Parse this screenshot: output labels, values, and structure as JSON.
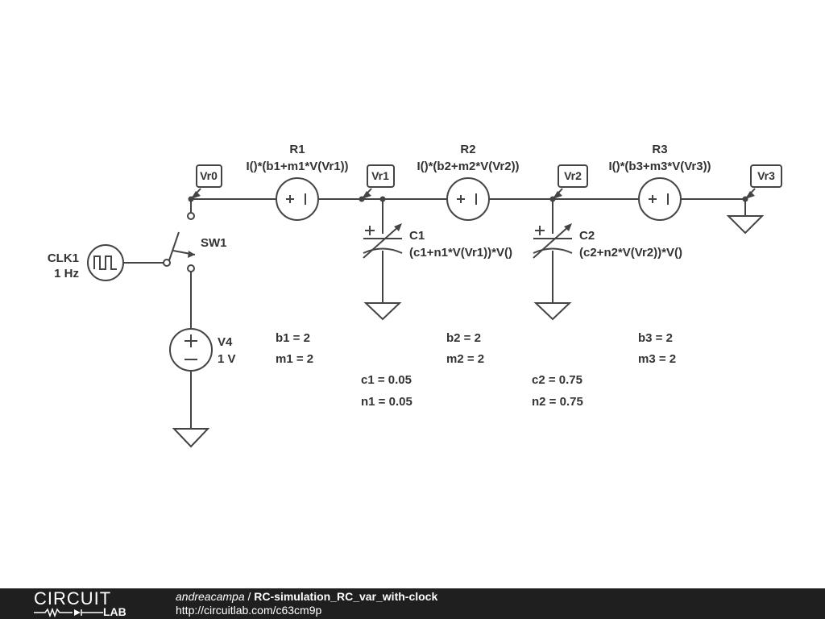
{
  "components": {
    "clock": {
      "name": "CLK1",
      "value": "1 Hz"
    },
    "switch": {
      "name": "SW1"
    },
    "source": {
      "name": "V4",
      "value": "1 V"
    },
    "r1": {
      "name": "R1",
      "expr": "I()*(b1+m1*V(Vr1))"
    },
    "r2": {
      "name": "R2",
      "expr": "I()*(b2+m2*V(Vr2))"
    },
    "r3": {
      "name": "R3",
      "expr": "I()*(b3+m3*V(Vr3))"
    },
    "c1": {
      "name": "C1",
      "expr": "(c1+n1*V(Vr1))*V()"
    },
    "c2": {
      "name": "C2",
      "expr": "(c2+n2*V(Vr2))*V()"
    }
  },
  "probes": [
    "Vr0",
    "Vr1",
    "Vr2",
    "Vr3"
  ],
  "params": {
    "b1": "b1 = 2",
    "m1": "m1 = 2",
    "b2": "b2 = 2",
    "m2": "m2 = 2",
    "b3": "b3 = 2",
    "m3": "m3 = 2",
    "c1": "c1 = 0.05",
    "n1": "n1 = 0.05",
    "c2": "c2 = 0.75",
    "n2": "n2 = 0.75"
  },
  "symbols": {
    "plus": "+",
    "minus": "−",
    "source_bar": "+ |",
    "cap_plus": "+"
  },
  "footer": {
    "brand_top": "CIRCUIT",
    "brand_bottom": "LAB",
    "author": "andreacampa",
    "separator": " / ",
    "project": "RC-simulation_RC_var_with-clock",
    "url": "http://circuitlab.com/c63cm9p"
  },
  "colors": {
    "wire": "#444444",
    "text": "#333333",
    "footer_bg": "#1f1f1f"
  }
}
